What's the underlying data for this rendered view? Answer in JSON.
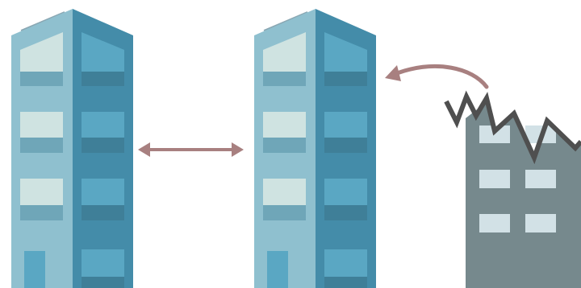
{
  "scene": {
    "building_left": {
      "kind": "intact-tower"
    },
    "building_middle": {
      "kind": "intact-tower"
    },
    "building_right": {
      "kind": "damaged-building",
      "damage": "broken-top"
    },
    "arrow_between": {
      "kind": "double-headed-arrow",
      "meaning": "equivalence"
    },
    "arrow_curved": {
      "kind": "curved-arrow",
      "direction": "from-damaged-to-middle"
    }
  },
  "colors": {
    "tower_light": "#8fc0cf",
    "tower_dark": "#448ca9",
    "window_light": "#cfe3e1",
    "window_blue": "#5aa7c3",
    "window_shadow": "#6fa6b8",
    "window_shadow_dark": "#3f7f98",
    "door": "#5aa7c3",
    "arrow": "#a88080",
    "ruin_body": "#76898d",
    "ruin_window": "#d2e1e6",
    "ruin_edge": "#4f4f4f",
    "background": "#ffffff"
  }
}
